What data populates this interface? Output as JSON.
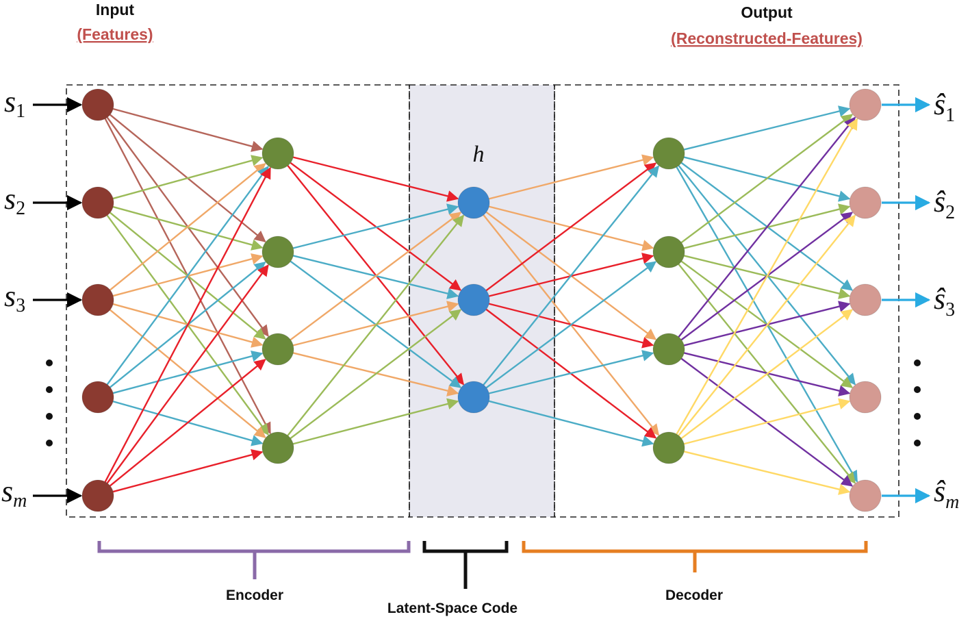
{
  "headers": {
    "input_title": "Input",
    "input_subtitle": "(Features)",
    "output_title": "Output",
    "output_subtitle": "(Reconstructed-Features)"
  },
  "latent_symbol": "h",
  "input_labels": [
    {
      "base": "s",
      "sub": "1"
    },
    {
      "base": "s",
      "sub": "2"
    },
    {
      "base": "s",
      "sub": "3"
    },
    {
      "base": "s",
      "sub": "m"
    }
  ],
  "output_labels": [
    {
      "base": "ŝ",
      "sub": "1"
    },
    {
      "base": "ŝ",
      "sub": "2"
    },
    {
      "base": "ŝ",
      "sub": "3"
    },
    {
      "base": "ŝ",
      "sub": "m"
    }
  ],
  "brackets": {
    "encoder": "Encoder",
    "latent": "Latent-Space Code",
    "decoder": "Decoder"
  },
  "colors": {
    "input_node": "#8b3a30",
    "hidden_node": "#6a8a3a",
    "latent_node": "#3b86cc",
    "output_node": "#d49a92",
    "latent_band": "#e8e8f0",
    "encoder_bracket": "#8a6aa8",
    "decoder_bracket": "#e67e22",
    "arrow_in": "#000000",
    "arrow_out": "#29abe2",
    "edge_brown": "#b5655a",
    "edge_green": "#9bbb59",
    "edge_orange": "#f0a868",
    "edge_blue": "#4bacc6",
    "edge_red": "#e8202a",
    "edge_purple": "#7030a0",
    "edge_yellow": "#ffd966"
  }
}
